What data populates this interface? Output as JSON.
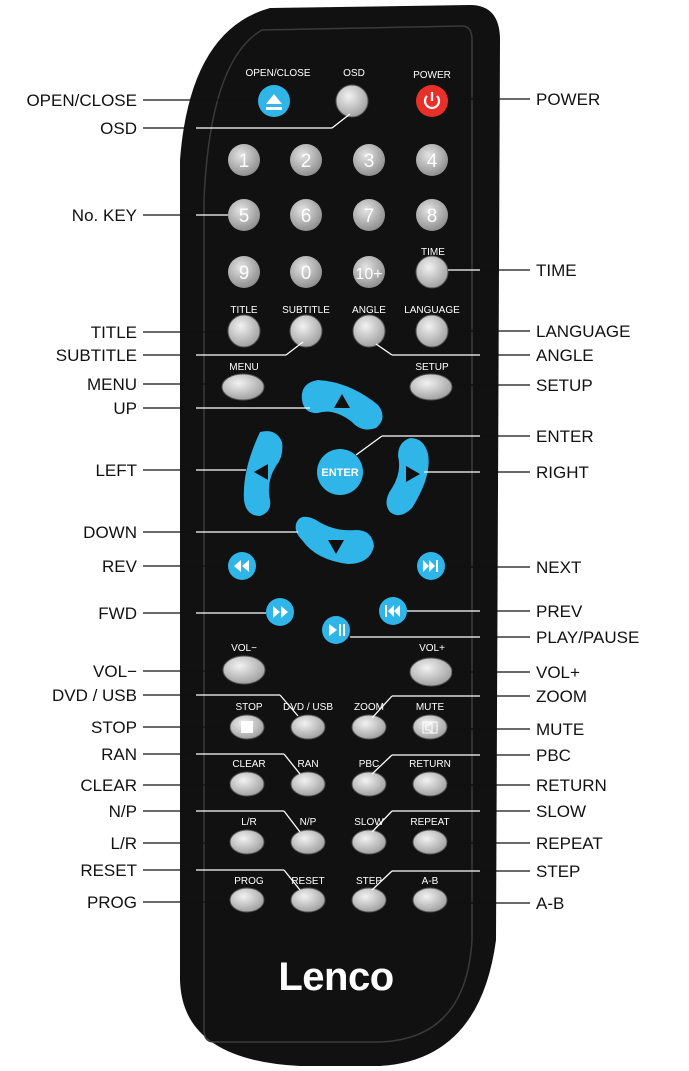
{
  "brand": "Lenco",
  "callouts": {
    "open_close": "OPEN/CLOSE",
    "osd": "OSD",
    "power": "POWER",
    "no_key": "No. KEY",
    "time": "TIME",
    "title": "TITLE",
    "subtitle": "SUBTITLE",
    "language": "LANGUAGE",
    "angle": "ANGLE",
    "menu": "MENU",
    "setup": "SETUP",
    "up": "UP",
    "enter": "ENTER",
    "left": "LEFT",
    "right": "RIGHT",
    "down": "DOWN",
    "rev": "REV",
    "next": "NEXT",
    "fwd": "FWD",
    "prev": "PREV",
    "play_pause": "PLAY/PAUSE",
    "vol_minus": "VOL−",
    "vol_plus": "VOL+",
    "dvd_usb": "DVD / USB",
    "zoom": "ZOOM",
    "stop": "STOP",
    "mute": "MUTE",
    "ran": "RAN",
    "pbc": "PBC",
    "clear": "CLEAR",
    "return": "RETURN",
    "n_p": "N/P",
    "slow": "SLOW",
    "l_r": "L/R",
    "repeat": "REPEAT",
    "reset": "RESET",
    "step": "STEP",
    "prog": "PROG",
    "a_b": "A-B"
  },
  "buttons": {
    "open_close": "OPEN/CLOSE",
    "osd": "OSD",
    "power": "POWER",
    "time": "TIME",
    "title": "TITLE",
    "subtitle": "SUBTITLE",
    "angle": "ANGLE",
    "language": "LANGUAGE",
    "menu": "MENU",
    "setup": "SETUP",
    "enter": "ENTER",
    "vol_minus": "VOL−",
    "vol_plus": "VOL+",
    "stop": "STOP",
    "dvd_usb": "DVD / USB",
    "zoom": "ZOOM",
    "mute": "MUTE",
    "clear": "CLEAR",
    "ran": "RAN",
    "pbc": "PBC",
    "return": "RETURN",
    "l_r": "L/R",
    "n_p": "N/P",
    "slow": "SLOW",
    "repeat": "REPEAT",
    "prog": "PROG",
    "reset": "RESET",
    "step": "STEP",
    "a_b": "A-B"
  },
  "number_keys": [
    "1",
    "2",
    "3",
    "4",
    "5",
    "6",
    "7",
    "8",
    "9",
    "0",
    "10+"
  ],
  "colors": {
    "body": "#111111",
    "accent_cyan": "#2fb5e8",
    "power_red": "#e8302a",
    "button_grey": "#c9c9c9"
  }
}
